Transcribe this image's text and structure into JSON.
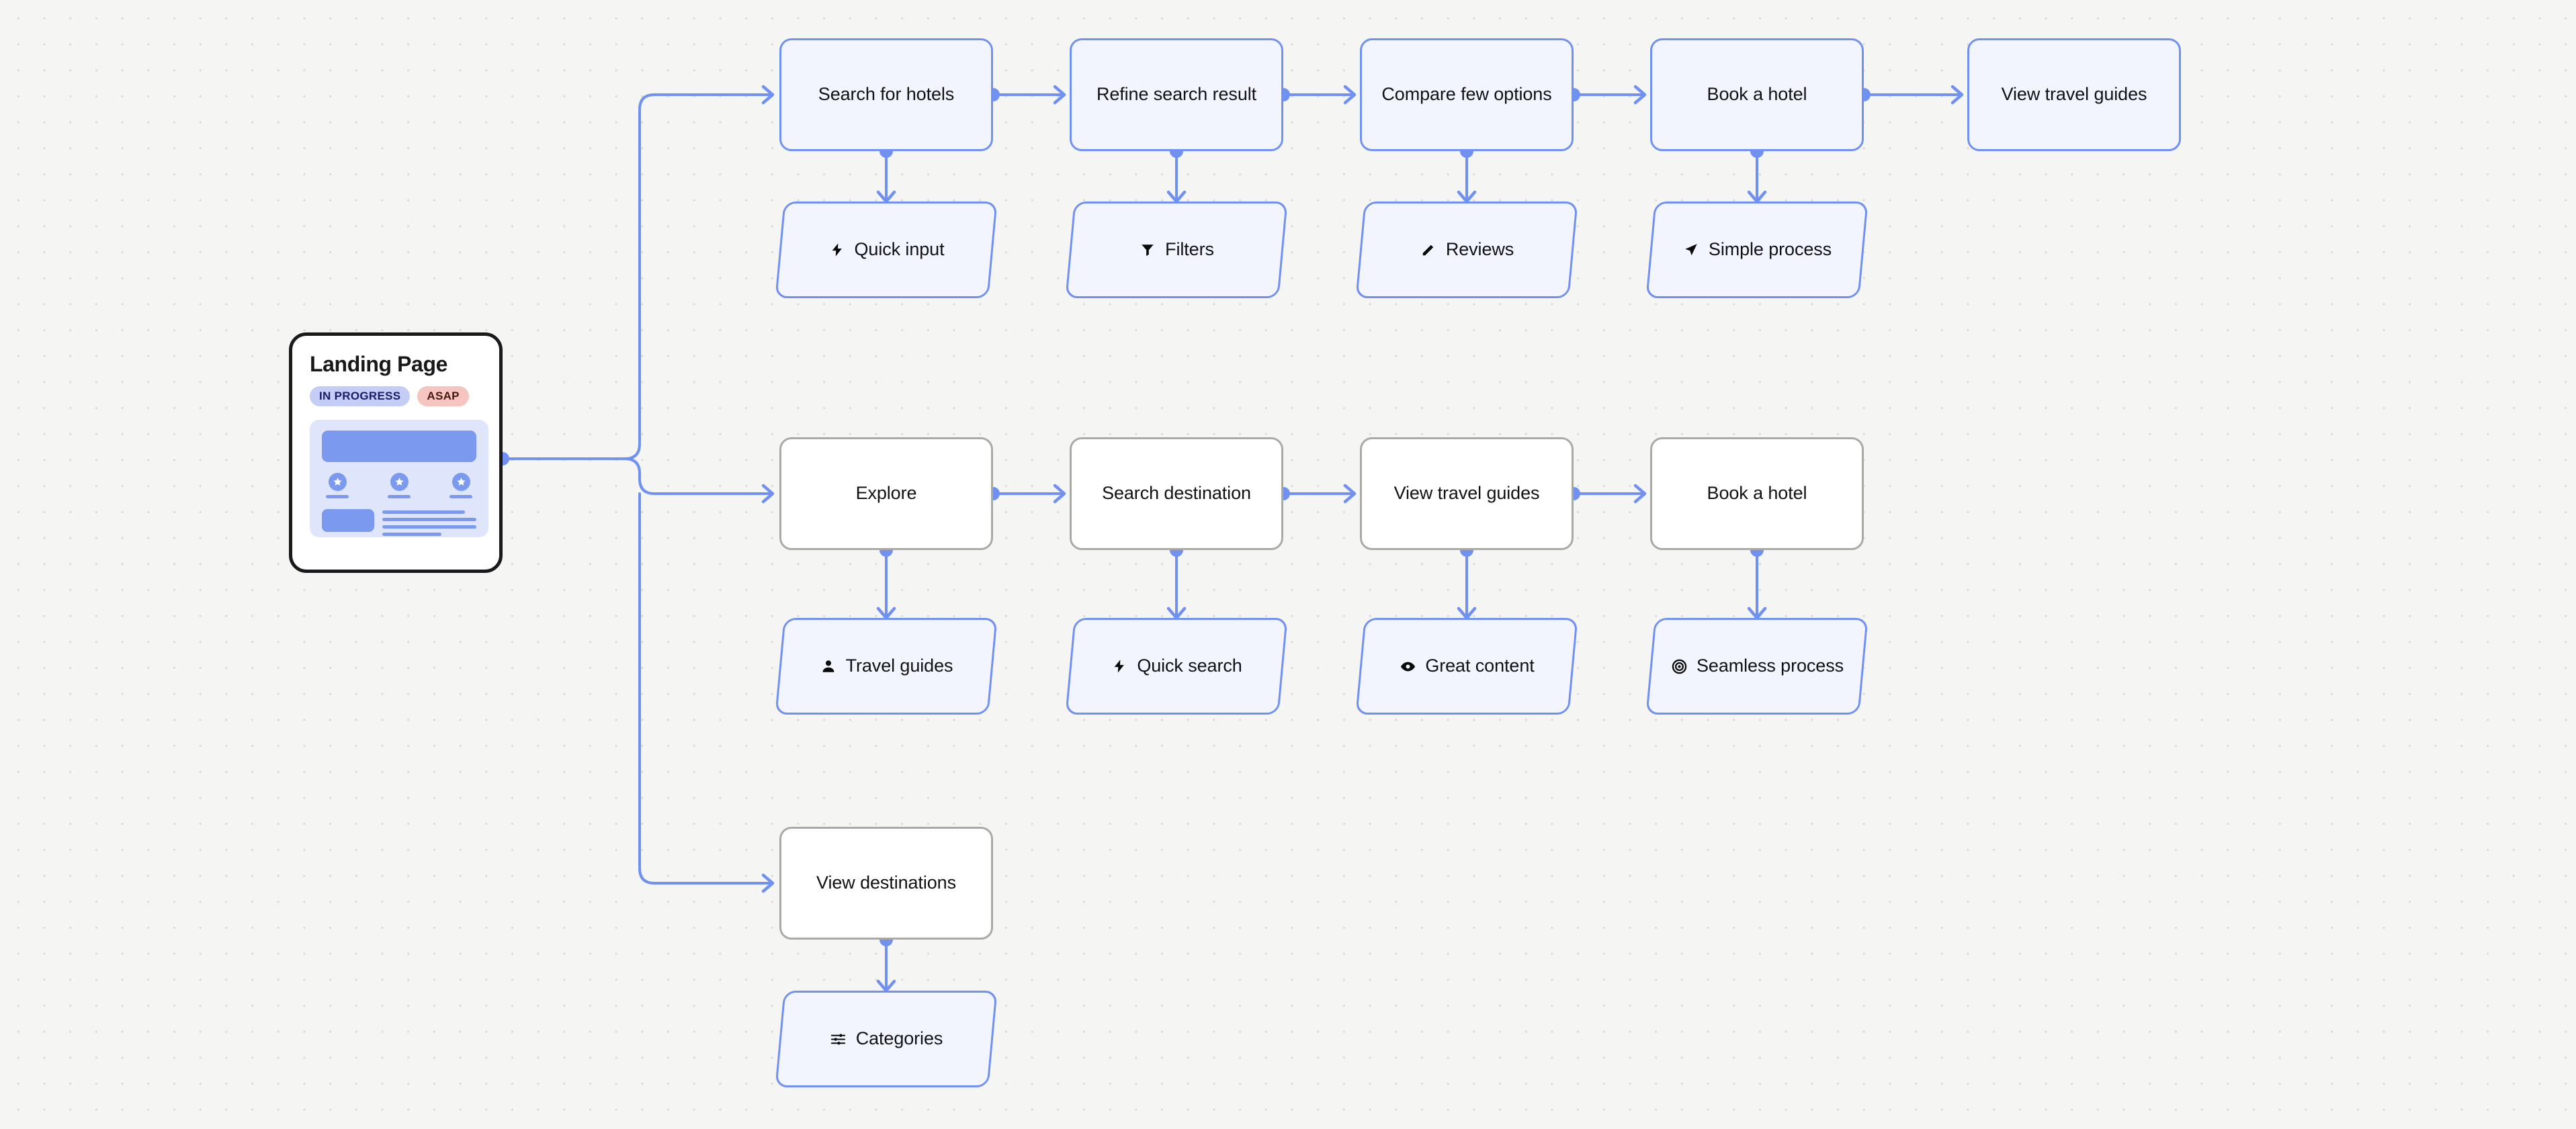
{
  "canvas": {
    "background_color": "#f5f5f4",
    "dot_color": "#d9d8d4",
    "accent_color": "#7091f2",
    "gray_border_color": "#a9a9a6"
  },
  "landing_card": {
    "title": "Landing Page",
    "badges": [
      {
        "label": "IN PROGRESS",
        "bg": "#c3cdf5",
        "fg": "#1b1a6b"
      },
      {
        "label": "ASAP",
        "bg": "#f6c5c0",
        "fg": "#4a1410"
      }
    ],
    "preview": {
      "icon": "star-badge-icon",
      "star_count": 3,
      "text_line_count": 4
    }
  },
  "rows": [
    {
      "name": "search-and-book-flow",
      "steps": [
        {
          "label": "Search for hotels",
          "style": "blue"
        },
        {
          "label": "Refine search result",
          "style": "blue"
        },
        {
          "label": "Compare few options",
          "style": "blue"
        },
        {
          "label": "Book a hotel",
          "style": "blue"
        },
        {
          "label": "View travel guides",
          "style": "blue"
        }
      ],
      "features": [
        {
          "label": "Quick input",
          "icon": "bolt-icon"
        },
        {
          "label": "Filters",
          "icon": "funnel-icon"
        },
        {
          "label": "Reviews",
          "icon": "pencil-icon"
        },
        {
          "label": "Simple process",
          "icon": "navigation-arrow-icon"
        }
      ]
    },
    {
      "name": "explore-flow",
      "steps": [
        {
          "label": "Explore",
          "style": "gray"
        },
        {
          "label": "Search destination",
          "style": "gray"
        },
        {
          "label": "View travel guides",
          "style": "gray"
        },
        {
          "label": "Book a hotel",
          "style": "gray"
        }
      ],
      "features": [
        {
          "label": "Travel guides",
          "icon": "person-icon"
        },
        {
          "label": "Quick search",
          "icon": "bolt-icon"
        },
        {
          "label": "Great content",
          "icon": "eye-icon"
        },
        {
          "label": "Seamless process",
          "icon": "target-icon"
        }
      ]
    },
    {
      "name": "destinations-flow",
      "steps": [
        {
          "label": "View destinations",
          "style": "gray"
        }
      ],
      "features": [
        {
          "label": "Categories",
          "icon": "sliders-icon"
        }
      ]
    }
  ]
}
